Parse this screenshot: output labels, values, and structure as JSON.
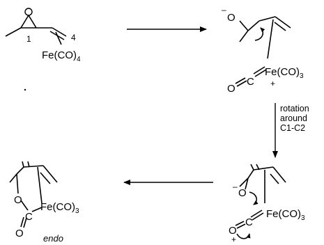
{
  "scheme": {
    "start": {
      "atom_c1": "1",
      "atom_c4": "4",
      "metal": "Fe(CO)",
      "metal_sub": "4"
    },
    "intermediate_a": {
      "charge_minus": "–",
      "o_atom": "O",
      "metal": "Fe(CO)",
      "metal_sub": "3",
      "plus": "+",
      "o_carbonyl": "O",
      "c_carbonyl": "C"
    },
    "step_label": [
      "rotation",
      "around",
      "C1-C2"
    ],
    "intermediate_b": {
      "o_atom": "O",
      "charge_minus": "–",
      "metal": "Fe(CO)",
      "metal_sub": "3",
      "o_carbonyl": "O",
      "c_carbonyl": "C",
      "plus": "+"
    },
    "product": {
      "o_ring": "O",
      "c_acyl": "C",
      "o_acyl": "O",
      "metal": "Fe(CO)",
      "metal_sub": "3",
      "caption": "endo"
    }
  }
}
